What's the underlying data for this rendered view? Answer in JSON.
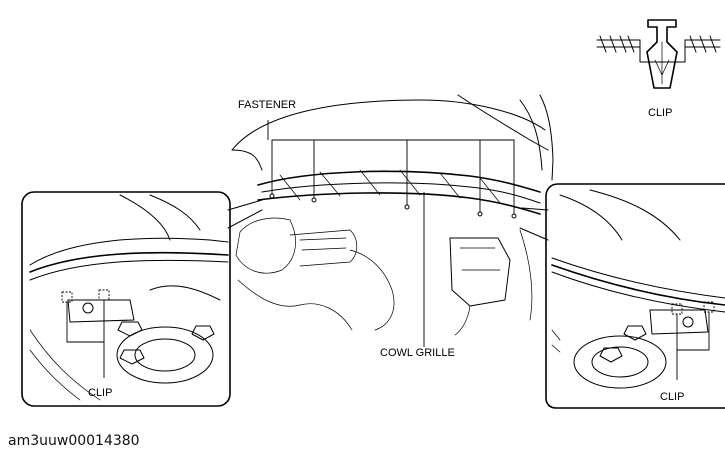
{
  "labels": {
    "fastener": "FASTENER",
    "cowl_grille": "COWL GRILLE",
    "clip_detail": "CLIP",
    "clip_left": "CLIP",
    "clip_right": "CLIP"
  },
  "figure_code": "am3uuw00014380"
}
